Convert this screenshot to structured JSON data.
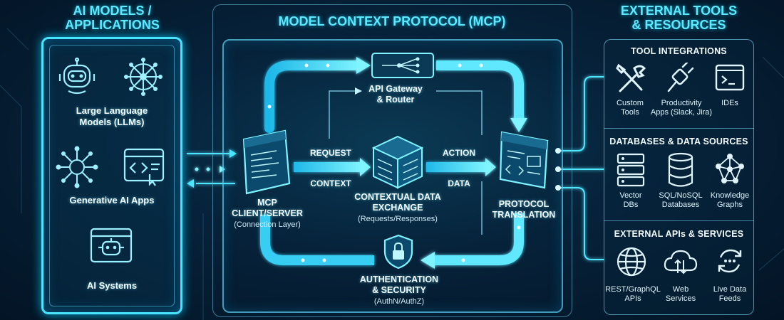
{
  "left": {
    "title_line1": "AI MODELS /",
    "title_line2": "APPLICATIONS",
    "items": [
      {
        "label_line1": "Large Language",
        "label_line2": "Models (LLMs)"
      },
      {
        "label_line1": "Generative AI Apps"
      },
      {
        "label_line1": "AI Systems"
      }
    ]
  },
  "center": {
    "title": "MODEL CONTEXT PROTOCOL (MCP)",
    "gateway": {
      "line1": "API Gateway",
      "line2": "& Router"
    },
    "client": {
      "line1": "MCP",
      "line2": "CLIENT/SERVER",
      "sub": "(Connection Layer)"
    },
    "exchange": {
      "line1": "CONTEXTUAL DATA",
      "line2": "EXCHANGE",
      "sub": "(Requests/Responses)"
    },
    "translation": {
      "line1": "PROTOCOL",
      "line2": "TRANSLATION"
    },
    "auth": {
      "line1": "AUTHENTICATION",
      "line2": "& SECURITY",
      "sub": "(AuthN/AuthZ)"
    },
    "flow_labels": {
      "request": "REQUEST",
      "context": "CONTEXT",
      "action": "ACTION",
      "data": "DATA"
    }
  },
  "right": {
    "title_line1": "EXTERNAL TOOLS",
    "title_line2": "& RESOURCES",
    "sections": [
      {
        "heading": "TOOL INTEGRATIONS",
        "items": [
          {
            "line1": "Custom",
            "line2": "Tools",
            "icon": "tools-icon"
          },
          {
            "line1": "Productivity",
            "line2": "Apps (Slack, Jira)",
            "icon": "plug-icon"
          },
          {
            "line1": "IDEs",
            "line2": "",
            "icon": "terminal-icon"
          }
        ]
      },
      {
        "heading": "DATABASES & DATA SOURCES",
        "items": [
          {
            "line1": "Vector",
            "line2": "DBs",
            "icon": "server-icon"
          },
          {
            "line1": "SQL/NoSQL",
            "line2": "Databases",
            "icon": "database-icon"
          },
          {
            "line1": "Knowledge",
            "line2": "Graphs",
            "icon": "graph-icon"
          }
        ]
      },
      {
        "heading": "EXTERNAL APIs & SERVICES",
        "items": [
          {
            "line1": "REST/GraphQL",
            "line2": "APIs",
            "icon": "globe-icon"
          },
          {
            "line1": "Web",
            "line2": "Services",
            "icon": "cloud-icon"
          },
          {
            "line1": "Live Data",
            "line2": "Feeds",
            "icon": "sync-icon"
          }
        ]
      }
    ]
  },
  "colors": {
    "accent": "#49e3ff",
    "background": "#06223a",
    "text": "#f2fbff"
  }
}
